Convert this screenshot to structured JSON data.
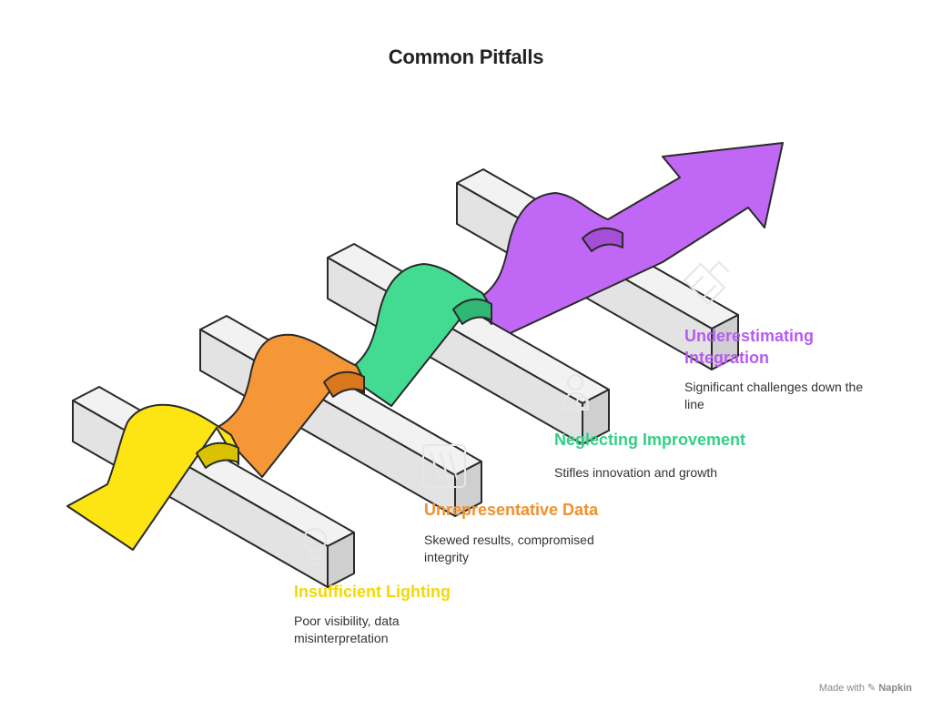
{
  "title": "Common Pitfalls",
  "colors": {
    "yellow": "#FDE514",
    "orange": "#F59637",
    "green": "#43DB92",
    "purple": "#C167F5",
    "block": "#E5E5E5",
    "outline": "#2A2A2A"
  },
  "items": [
    {
      "title": "Insufficient Lighting",
      "description": "Poor visibility, data misinterpretation",
      "color": "#F5D800",
      "icon": "lightbulb-icon"
    },
    {
      "title": "Unrepresentative Data",
      "description": "Skewed results, compromised integrity",
      "color": "#F0902F",
      "icon": "skewed-lines-icon"
    },
    {
      "title": "Neglecting Improvement",
      "description": "Stifles innovation and growth",
      "color": "#33CF88",
      "icon": "person-stop-icon"
    },
    {
      "title": "Underestimating Integration",
      "description": "Significant challenges down the line",
      "color": "#B65CF0",
      "icon": "puzzle-integration-icon"
    }
  ],
  "footer": {
    "made_with": "Made with",
    "brand": "Napkin"
  }
}
